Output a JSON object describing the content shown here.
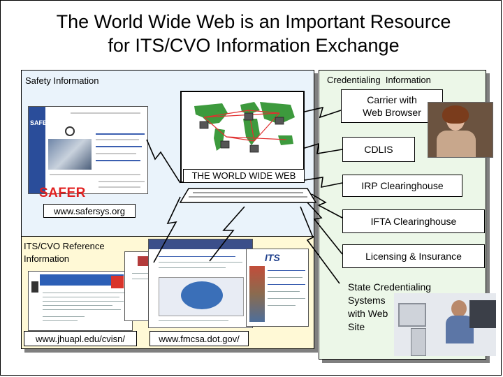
{
  "title": {
    "line1": "The World Wide Web is an Important Resource",
    "line2": "for ITS/CVO Information Exchange"
  },
  "left_panel": {
    "heading": "Safety Information",
    "safer_label": "SAFER",
    "safer_url": "www.safersys.org"
  },
  "center": {
    "web_caption": "THE WORLD WIDE WEB"
  },
  "reference_panel": {
    "heading_line1": "ITS/CVO Reference",
    "heading_line2": "Information",
    "url_jhuapl": "www.jhuapl.edu/cvisn/",
    "url_fmcsa": "www.fmcsa.dot.gov/"
  },
  "right_panel": {
    "heading": "Credentialing  Information",
    "items": [
      {
        "line1": "Carrier with",
        "line2": "Web Browser"
      },
      {
        "line1": "CDLIS"
      },
      {
        "line1": "IRP Clearinghouse"
      },
      {
        "line1": "IFTA Clearinghouse"
      },
      {
        "line1": "Licensing & Insurance"
      }
    ],
    "state_systems": [
      "State Credentialing",
      "Systems",
      "with Web",
      "Site"
    ]
  },
  "screenshots": {
    "safer_logo_text": "SAFER",
    "its_logo_text": "ITS"
  },
  "colors": {
    "left_panel_bg": "#eaf3fb",
    "ref_panel_bg": "#fff9d6",
    "right_panel_bg": "#ecf7e8",
    "safer_red": "#e02020",
    "link_red": "#d83030"
  }
}
